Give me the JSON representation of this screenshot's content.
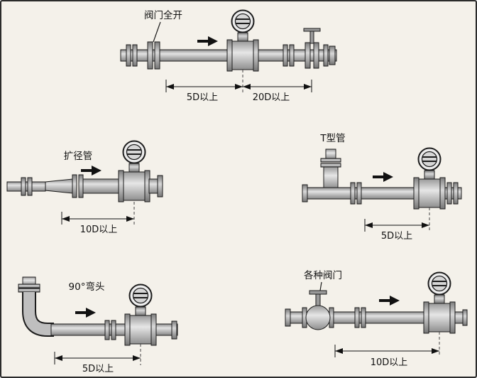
{
  "colors": {
    "background": "#f4f1ea",
    "outline": "#1c1c1c",
    "pipe_light": "#e3e3e3",
    "pipe_dark": "#8e8e8e",
    "arrow": "#111111"
  },
  "diagrams": {
    "valve_open": {
      "title": "阀门全开",
      "dim_upstream": "5D以上",
      "dim_downstream": "20D以上"
    },
    "expander": {
      "title": "扩径管",
      "dim": "10D以上"
    },
    "tee": {
      "title": "T型管",
      "dim": "5D以上"
    },
    "elbow": {
      "title": "90°弯头",
      "dim": "5D以上"
    },
    "valves": {
      "title": "各种阀门",
      "dim": "10D以上"
    }
  }
}
